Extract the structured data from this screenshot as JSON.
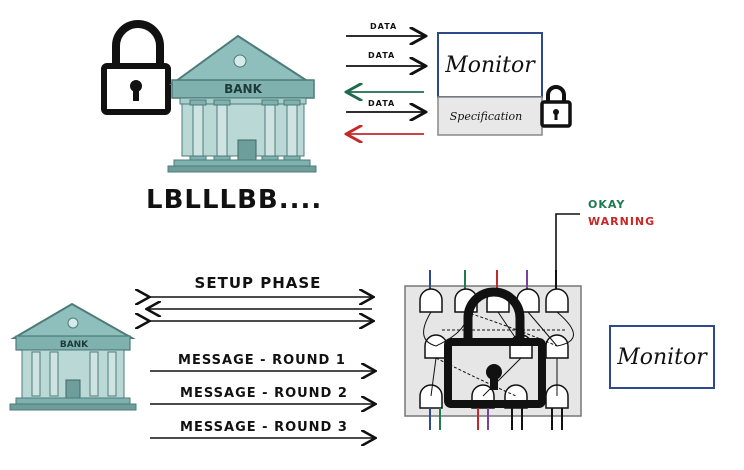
{
  "top": {
    "bank_label": "BANK",
    "arrows": [
      {
        "label": "DATA",
        "direction": "right",
        "color": "#111111"
      },
      {
        "label": "DATA",
        "direction": "right",
        "color": "#111111"
      },
      {
        "label": "",
        "direction": "left",
        "color": "#1e6b4e"
      },
      {
        "label": "DATA",
        "direction": "right",
        "color": "#111111"
      },
      {
        "label": "",
        "direction": "left",
        "color": "#c62828"
      }
    ],
    "monitor_title": "Monitor",
    "specification": "Specification",
    "sequence": "LBLLLBB...."
  },
  "bottom": {
    "bank_label": "BANK",
    "setup_phase": "SETUP PHASE",
    "rounds": [
      "MESSAGE - ROUND 1",
      "MESSAGE - ROUND 2",
      "MESSAGE - ROUND 3"
    ],
    "okay": "OKAY",
    "warning": "WARNING",
    "monitor_title": "Monitor"
  },
  "colors": {
    "bank_teal": "#8fbfbd",
    "bank_dark": "#5f8f8d",
    "okay_green": "#1e7a4f",
    "warning_red": "#c62828",
    "monitor_border": "#2c4a8c",
    "spec_fill": "#e8e8e8"
  }
}
